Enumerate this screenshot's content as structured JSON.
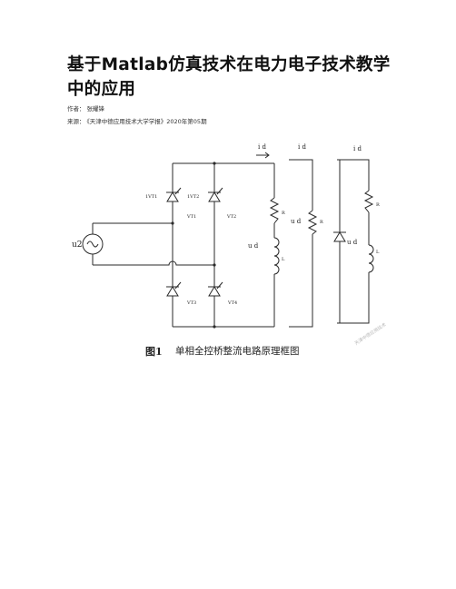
{
  "article": {
    "title": "基于Matlab仿真技术在电力电子技术教学中的应用",
    "author_label": "作者：",
    "author": "张耀锋",
    "source_label": "来源：",
    "source": "《天津中德应用技术大学学报》2020年第05期"
  },
  "figure": {
    "caption_number": "图1",
    "caption_text": "单相全控桥整流电路原理框图",
    "watermark": "天津中德应用技术",
    "labels": {
      "vt1_gate": "1VT1",
      "vt2_gate": "1VT2",
      "vt1": "VT1",
      "vt2": "VT2",
      "vt3": "VT3",
      "vt4": "VT4",
      "source": "u2",
      "id_main": "i d",
      "id_mid": "i d",
      "id_right": "i d",
      "ud_main": "u d",
      "ud_mid": "u d",
      "ud_right": "u d",
      "r_main": "R",
      "l_main": "L",
      "r_mid": "R",
      "r_right": "R",
      "l_right": "L"
    }
  }
}
